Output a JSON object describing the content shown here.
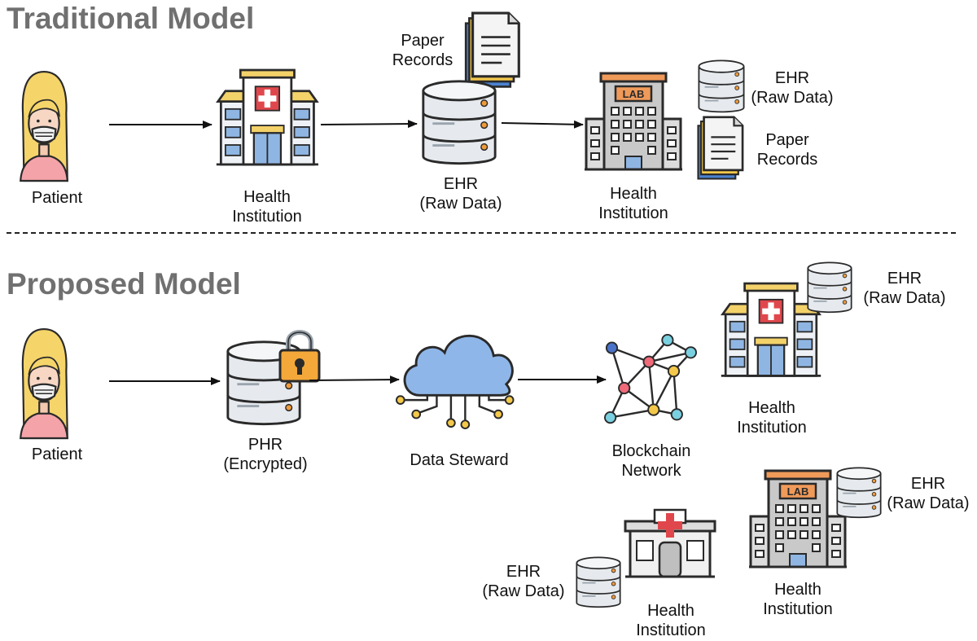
{
  "sections": {
    "traditional": {
      "title": "Traditional Model",
      "patient": "Patient",
      "health_institution_1": [
        "Health",
        "Institution"
      ],
      "paper_records_top": [
        "Paper",
        "Records"
      ],
      "ehr_center": [
        "EHR",
        "(Raw Data)"
      ],
      "health_institution_lab": [
        "Health",
        "Institution"
      ],
      "ehr_side": [
        "EHR",
        "(Raw Data)"
      ],
      "paper_records_side": [
        "Paper",
        "Records"
      ]
    },
    "proposed": {
      "title": "Proposed Model",
      "patient": "Patient",
      "phr": [
        "PHR",
        "(Encrypted)"
      ],
      "data_steward": "Data Steward",
      "blockchain": [
        "Blockchain",
        "Network"
      ],
      "hospital_top": [
        "Health",
        "Institution"
      ],
      "hospital_top_ehr": [
        "EHR",
        "(Raw Data)"
      ],
      "lab_right": [
        "Health",
        "Institution"
      ],
      "lab_right_ehr": [
        "EHR",
        "(Raw Data)"
      ],
      "clinic_bottom": [
        "Health",
        "Institution"
      ],
      "clinic_bottom_ehr": [
        "EHR",
        "(Raw Data)"
      ]
    }
  }
}
